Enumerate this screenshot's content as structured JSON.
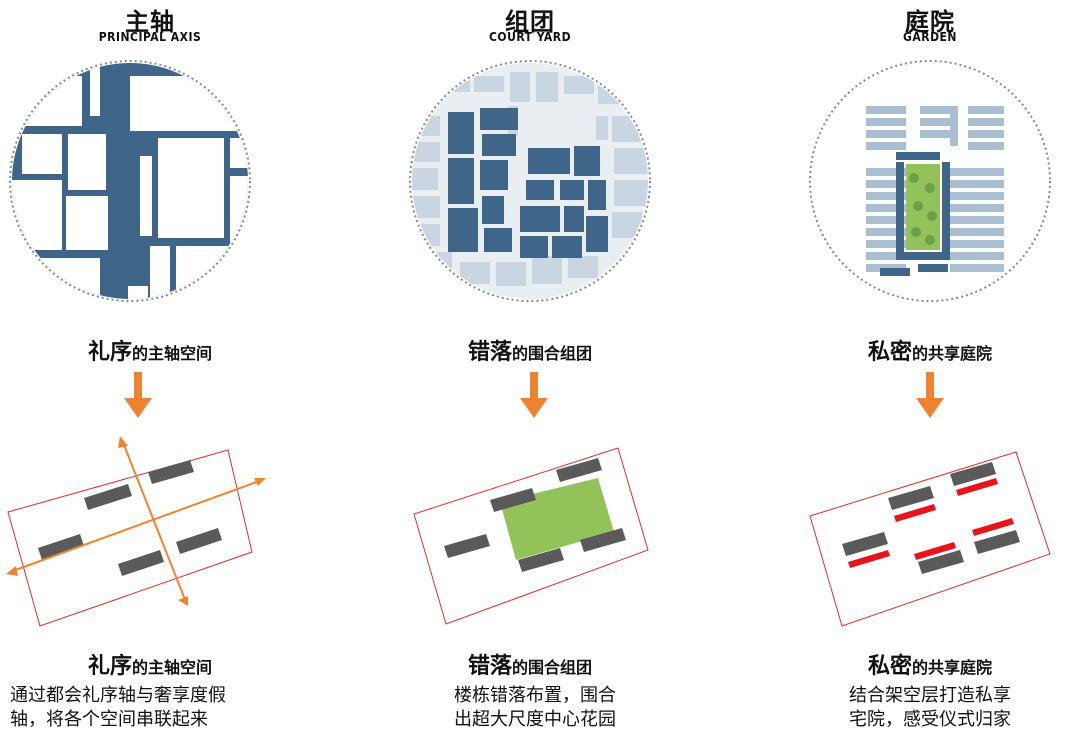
{
  "panels": [
    {
      "title": "主轴",
      "subtitle": "PRINCIPAL AXIS",
      "tagline_big": "礼序",
      "tagline_small": "的主轴空间",
      "caption_big": "礼序",
      "caption_small": "的主轴空间",
      "desc_line1": "通过都会礼序轴与奢享度假",
      "desc_line2": "轴，将各个空间串联起来"
    },
    {
      "title": "组团",
      "subtitle": "COURT YARD",
      "tagline_big": "错落",
      "tagline_small": "的围合组团",
      "caption_big": "错落",
      "caption_small": "的围合组团",
      "desc_line1": "楼栋错落布置，围合",
      "desc_line2": "出超大尺度中心花园"
    },
    {
      "title": "庭院",
      "subtitle": "GARDEN",
      "tagline_big": "私密",
      "tagline_small": "的共享庭院",
      "caption_big": "私密",
      "caption_small": "的共享庭院",
      "desc_line1": "结合架空层打造私享",
      "desc_line2": "宅院，感受仪式归家"
    }
  ],
  "colors": {
    "primary_blue": "#3f6688",
    "light_blue": "#c9d6e1",
    "arrow_orange": "#ee8432",
    "site_line_red": "#d9302a",
    "building_gray": "#5a5a5a",
    "garden_green": "#94c25a",
    "highlight_red": "#e8141c",
    "dotted_circle": "#888888"
  }
}
